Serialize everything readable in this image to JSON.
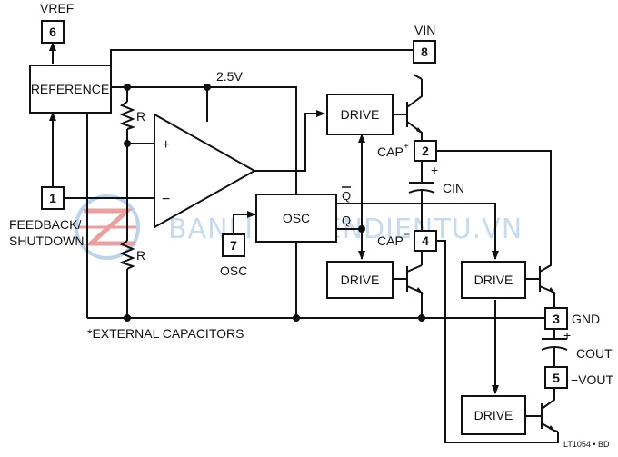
{
  "labels": {
    "vref": "VREF",
    "vin": "VIN",
    "reference": "REFERENCE",
    "v25": "2.5V",
    "r_top": "R",
    "r_bottom": "R",
    "plus": "+",
    "minus": "−",
    "feedback1": "FEEDBACK/",
    "feedback2": "SHUTDOWN",
    "osc_block": "OSC",
    "osc_pin": "OSC",
    "qbar": "Q",
    "q": "Q",
    "drive1": "DRIVE",
    "drive2": "DRIVE",
    "drive3": "DRIVE",
    "drive4": "DRIVE",
    "cap_plus": "CAP",
    "cap_minus": "CAP",
    "cin": "CIN",
    "cout": "COUT",
    "gnd": "GND",
    "vout": "−VOUT",
    "ext_caps": "*EXTERNAL CAPACITORS",
    "part": "LT1054 • BD",
    "watermark": "BANLINHKIENDIENTU.VN"
  },
  "pins": {
    "p1": "1",
    "p2": "2",
    "p3": "3",
    "p4": "4",
    "p5": "5",
    "p6": "6",
    "p7": "7",
    "p8": "8"
  },
  "colors": {
    "line": "#111111",
    "watermark": "#7fb3e0",
    "watermark_logo": "#e05050"
  }
}
